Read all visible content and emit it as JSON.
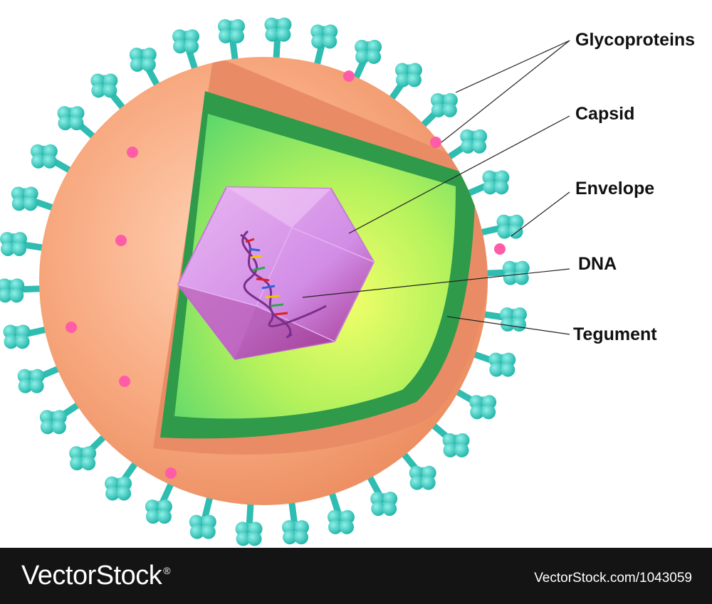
{
  "labels": {
    "glycoproteins": "Glycoproteins",
    "capsid": "Capsid",
    "envelope": "Envelope",
    "dna": "DNA",
    "tegument": "Tegument"
  },
  "footer": {
    "brand": "VectorStock",
    "brand_mark": "®",
    "image_id": "VectorStock.com/1043059"
  },
  "colors": {
    "envelope": "#f4a277",
    "envelope_inner": "#e88a63",
    "tegument": "#2f9a4a",
    "capsid_interior": "#b8f25a",
    "capsid": "#d98be8",
    "glycoprotein": "#3cc7bd",
    "pink_dots": "#ff5ca8",
    "footer_bg": "#141414"
  }
}
